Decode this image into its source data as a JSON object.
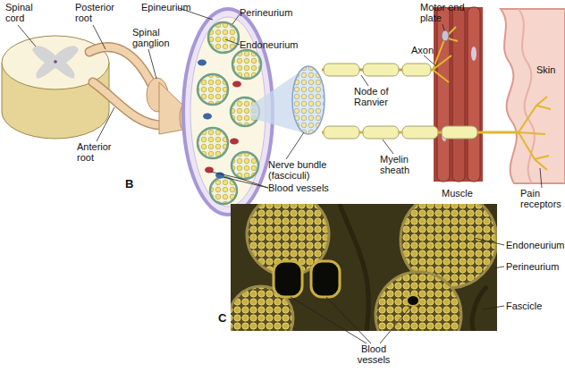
{
  "diagram": {
    "labels": [
      "Spinal cord",
      "Posterior root",
      "Epineurium",
      "Perineurium",
      "Spinal ganglion",
      "Endoneurium",
      "Anterior root",
      "Motor end plate",
      "Axon",
      "Node of Ranvier",
      "Skin",
      "Myelin sheath",
      "Nerve bundle (fasciculi)",
      "Blood vessels",
      "Muscle",
      "Pain receptors",
      "B",
      "Endoneurium",
      "Perineurium",
      "Fascicle",
      "C",
      "Blood vessels"
    ]
  }
}
